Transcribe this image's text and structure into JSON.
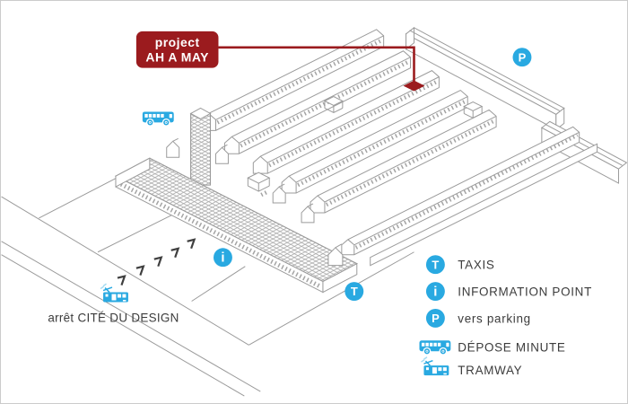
{
  "colors": {
    "accent_blue": "#29a9e1",
    "accent_red": "#9b1b1e",
    "map_line_gray": "#9b9b9b",
    "text_dark": "#3c3c3c",
    "frame_border": "#cbcbcb"
  },
  "callout": {
    "line1": "project",
    "line2": "AH A MAY"
  },
  "map": {
    "tram_stop_label": "arrêt CITÉ DU DESIGN",
    "markers": {
      "parking": "P",
      "taxis": "T",
      "information": "i"
    }
  },
  "legend": {
    "items": [
      {
        "icon": "taxi-circle-icon",
        "glyph": "T",
        "label": "TAXIS"
      },
      {
        "icon": "info-circle-icon",
        "glyph": "i",
        "label": "INFORMATION POINT"
      },
      {
        "icon": "parking-circle-icon",
        "glyph": "P",
        "label": "vers parking"
      },
      {
        "icon": "bus-icon",
        "glyph": "",
        "label": "DÉPOSE MINUTE"
      },
      {
        "icon": "tram-icon",
        "glyph": "",
        "label": "TRAMWAY"
      }
    ]
  }
}
